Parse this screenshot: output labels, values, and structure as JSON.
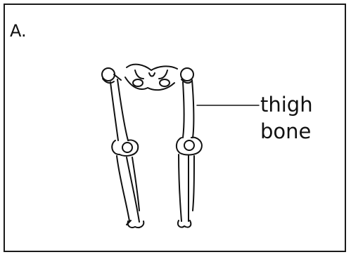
{
  "panel": {
    "label": "A."
  },
  "callout": {
    "line1": "thigh",
    "line2": "bone"
  },
  "diagram": {
    "subject": "leg-skeleton",
    "highlighted_part": "femur"
  }
}
